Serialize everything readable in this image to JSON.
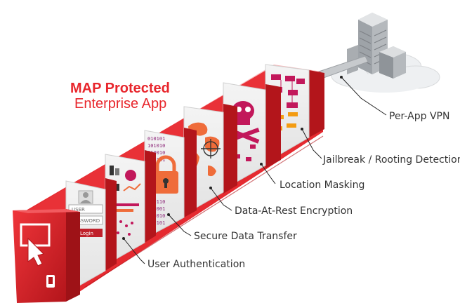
{
  "header": {
    "title_line1": "MAP Protected",
    "title_line2": "Enterprise App"
  },
  "layers": [
    {
      "label": "Per-App VPN"
    },
    {
      "label": "Jailbreak / Rooting Detection"
    },
    {
      "label": "Location Masking"
    },
    {
      "label": "Data-At-Rest Encryption"
    },
    {
      "label": "Secure Data Transfer"
    },
    {
      "label": "User Authentication"
    }
  ],
  "login_panel": {
    "user_field": "USER",
    "password_field": "PASSWORD",
    "login_button": "Login"
  },
  "colors": {
    "accent": "#e8262c",
    "dark_red": "#b3151b",
    "text": "#333333"
  },
  "icons": {
    "front_panel": "pointer-hand-icon",
    "cloud": "cloud-icon",
    "building": "office-building-icon"
  }
}
